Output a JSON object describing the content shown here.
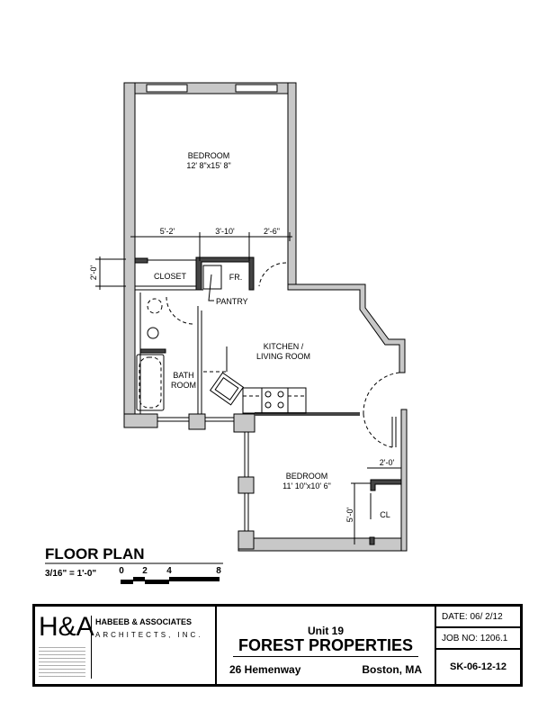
{
  "rooms": {
    "bedroom1": {
      "name": "BEDROOM",
      "size": "12' 8\"x15' 8\""
    },
    "closet": "CLOSET",
    "fr": "FR.",
    "pantry": "PANTRY",
    "kitchen": {
      "line1": "KITCHEN /",
      "line2": "LIVING ROOM"
    },
    "bath": {
      "line1": "BATH",
      "line2": "ROOM"
    },
    "bedroom2": {
      "name": "BEDROOM",
      "size": "11' 10\"x10' 6\""
    },
    "cl": "CL"
  },
  "dimensions": {
    "d1": "5'-2'",
    "d2": "3'-10'",
    "d3": "2'-6\"",
    "d4": "2'-0'",
    "d5": "2'-0'",
    "d6": "5'-0'"
  },
  "plan": {
    "title": "FLOOR PLAN",
    "scale": "3/16\" = 1'-0\"",
    "scale_ticks": [
      "0",
      "2",
      "4",
      "8"
    ]
  },
  "title_block": {
    "logo": "H&A",
    "firm_name": "HABEEB & ASSOCIATES",
    "firm_sub": "ARCHITECTS, INC.",
    "unit": "Unit 19",
    "project": "FOREST PROPERTIES",
    "address": "26 Hemenway",
    "city": "Boston, MA",
    "date": "DATE: 06/ 2/12",
    "job": "JOB NO:  1206.1",
    "sheet": "SK-06-12-12"
  }
}
